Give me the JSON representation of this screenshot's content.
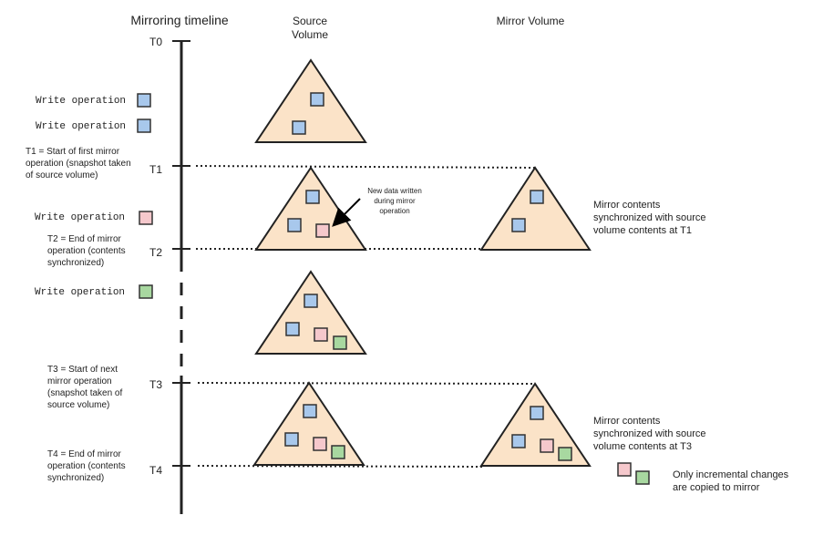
{
  "headers": {
    "timeline": "Mirroring timeline",
    "source_line1": "Source",
    "source_line2": "Volume",
    "mirror": "Mirror Volume"
  },
  "ticks": {
    "t0": "T0",
    "t1": "T1",
    "t2": "T2",
    "t3": "T3",
    "t4": "T4"
  },
  "writes": {
    "w1": "Write operation",
    "w2": "Write operation",
    "w3": "Write operation",
    "w4": "Write operation"
  },
  "events": {
    "t1_line1": "T1 = Start of first mirror",
    "t1_line2": "operation (snapshot taken",
    "t1_line3": "of source volume)",
    "t2_line1": "T2 = End of mirror",
    "t2_line2": "operation (contents",
    "t2_line3": "synchronized)",
    "t3_line1": "T3 = Start of next",
    "t3_line2": "mirror operation",
    "t3_line3": "(snapshot taken of",
    "t3_line4": "source volume)",
    "t4_line1": "T4 = End of mirror",
    "t4_line2": "operation (contents",
    "t4_line3": "synchronized)"
  },
  "annotations": {
    "new_data_line1": "New data written",
    "new_data_line2": "during mirror",
    "new_data_line3": "operation",
    "sync1_line1": "Mirror contents",
    "sync1_line2": "synchronized with source",
    "sync1_line3": "volume contents at T1",
    "sync2_line1": "Mirror contents",
    "sync2_line2": "synchronized with source",
    "sync2_line3": "volume contents at T3",
    "incremental_line1": "Only incremental changes",
    "incremental_line2": "are copied to mirror"
  },
  "colors": {
    "triangle_fill": "#fbe3c8",
    "blue_block": "#a8c8ec",
    "pink_block": "#f5c8cc",
    "green_block": "#a8d8a0",
    "line": "#222222"
  }
}
